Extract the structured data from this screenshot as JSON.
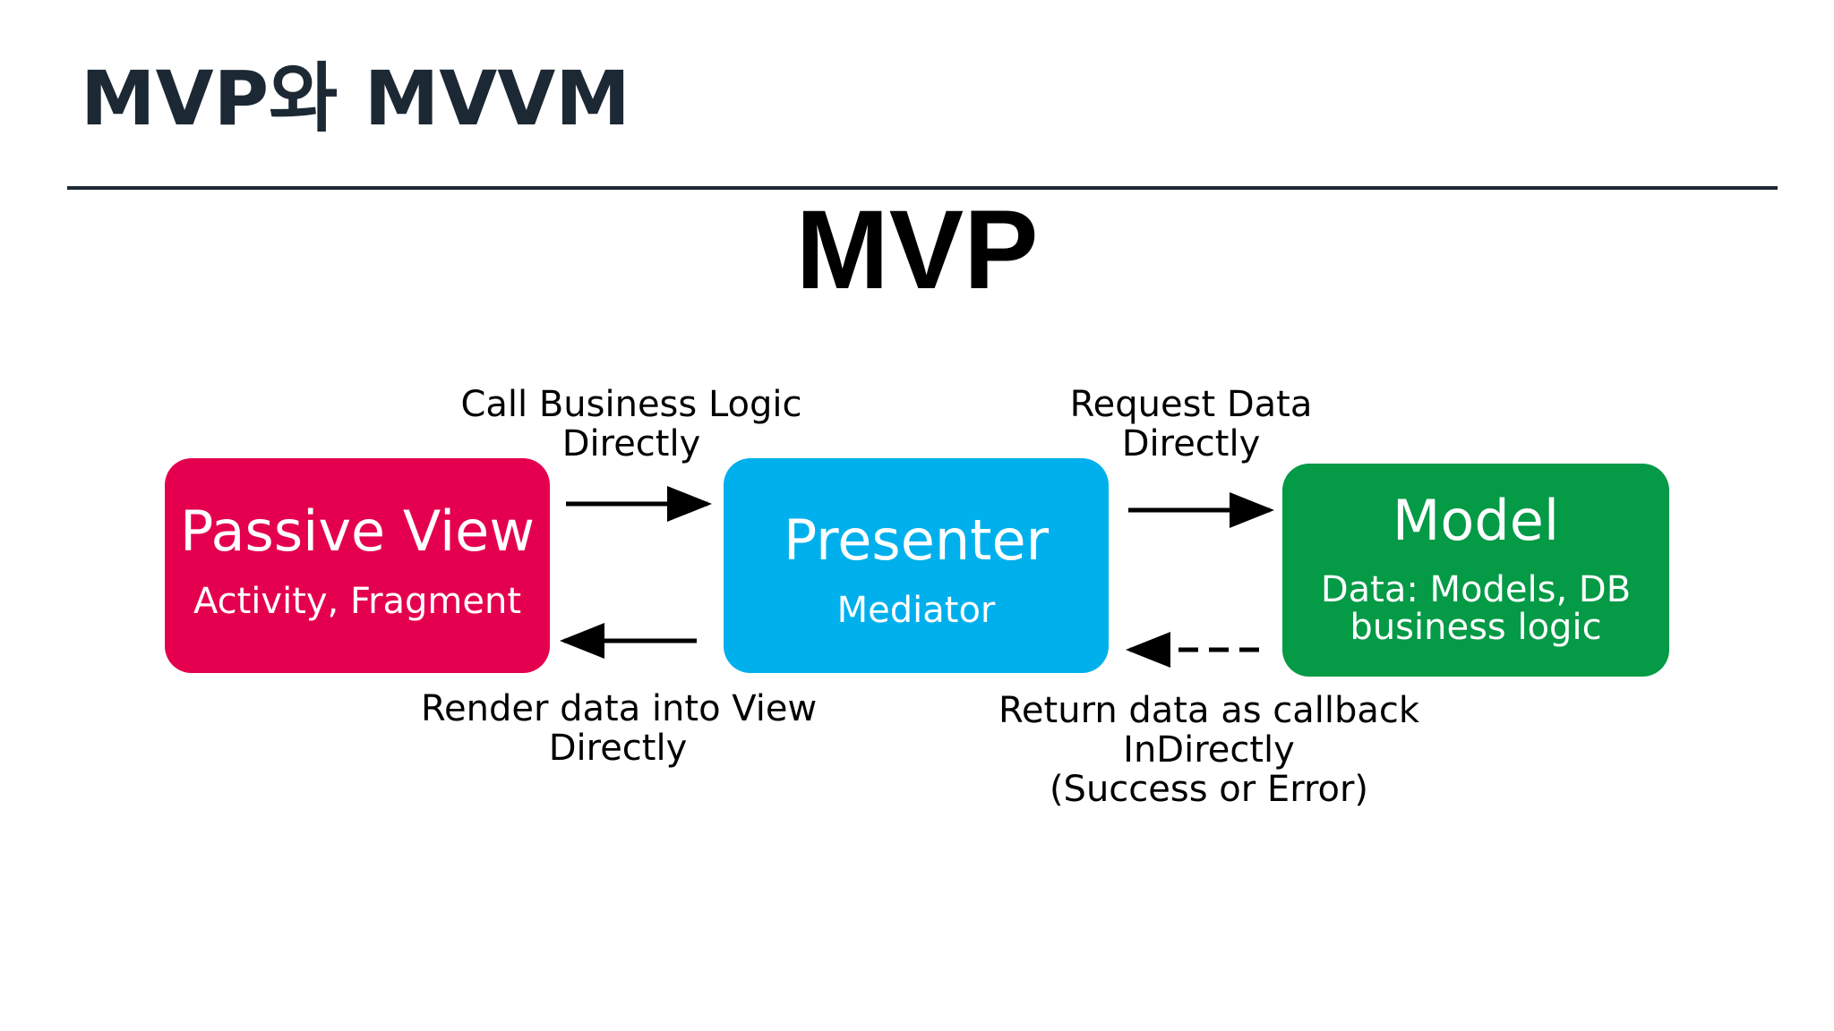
{
  "slide": {
    "title": "MVP와 MVVM"
  },
  "diagram": {
    "title": "MVP",
    "boxes": {
      "view": {
        "title": "Passive View",
        "subtitle": "Activity, Fragment"
      },
      "presenter": {
        "title": "Presenter",
        "subtitle": "Mediator"
      },
      "model": {
        "title": "Model",
        "subtitle_line1": "Data: Models, DB",
        "subtitle_line2": "business logic"
      }
    },
    "edges": {
      "call": {
        "line1": "Call Business Logic",
        "line2": "Directly"
      },
      "request": {
        "line1": "Request Data",
        "line2": "Directly"
      },
      "render": {
        "line1": "Render data into View",
        "line2": "Directly"
      },
      "return": {
        "line1": "Return data as callback",
        "line2": "InDirectly",
        "line3": "(Success or Error)"
      }
    }
  },
  "colors": {
    "title_text": "#1c2833",
    "rule": "#1c2833",
    "view_box": "#e4004f",
    "presenter_box": "#00b0ec",
    "model_box": "#049a46",
    "arrow": "#000000"
  }
}
